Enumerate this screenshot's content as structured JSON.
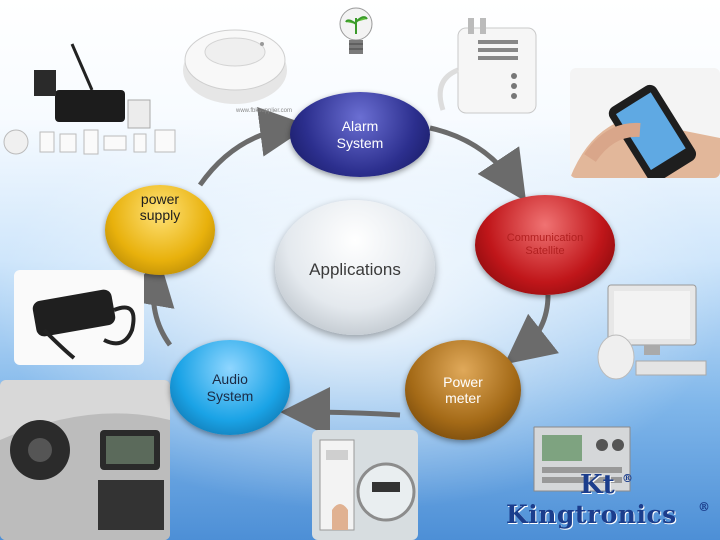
{
  "center": {
    "label": "Applications"
  },
  "nodes": {
    "alarm": {
      "label": "Alarm System",
      "color": "#2c2f8e"
    },
    "communication": {
      "label": "Communication Satellite",
      "color": "#c0161a"
    },
    "power_meter": {
      "label": "Power meter",
      "color": "#8a5a12"
    },
    "audio": {
      "label": "Audio System",
      "color": "#1aa3e6"
    },
    "power_supply": {
      "label": "power supply",
      "color": "#e8b10c"
    }
  },
  "photos": {
    "smoke_detector_watermark": "www.fbksupplier.com"
  },
  "brand": {
    "mark": "Kt",
    "name": "Kingtronics",
    "registered": "®"
  },
  "accent_colors": {
    "arrow": "#6b6b6b",
    "brand": "#1b3d8c"
  }
}
